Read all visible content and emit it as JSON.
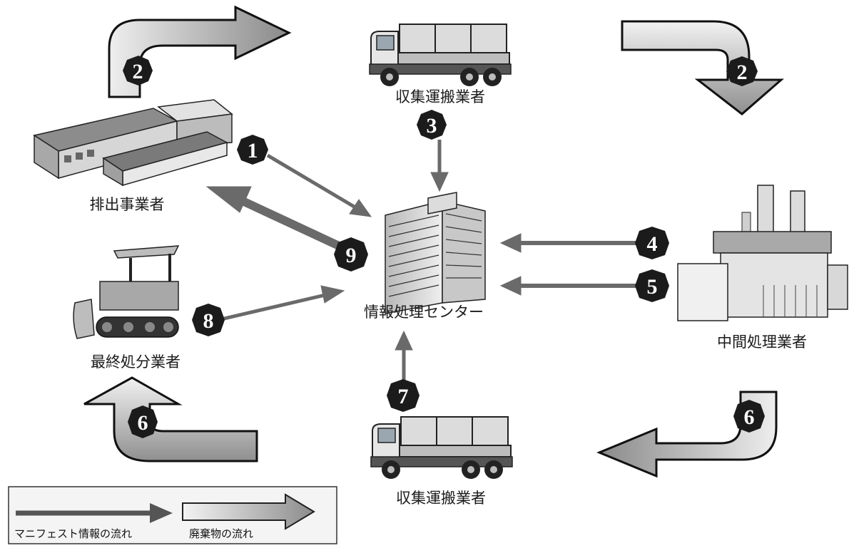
{
  "labels": {
    "collector_top": "収集運搬業者",
    "collector_bottom": "収集運搬業者",
    "discharger": "排出事業者",
    "info_center": "情報処理センター",
    "intermediate": "中間処理業者",
    "final_disposal": "最終処分業者"
  },
  "badges": {
    "b1": "1",
    "b2a": "2",
    "b2b": "2",
    "b3": "3",
    "b4": "4",
    "b5": "5",
    "b6a": "6",
    "b6b": "6",
    "b7": "7",
    "b8": "8",
    "b9": "9"
  },
  "legend": {
    "manifest_flow": "マニフェスト情報の流れ",
    "waste_flow": "廃棄物の流れ"
  },
  "colors": {
    "info_arrow": "#6a6a6a",
    "badge": "#1b1b1b",
    "waste_arrow_light": "#e8e8e8",
    "waste_arrow_dark": "#9a9a9a"
  }
}
